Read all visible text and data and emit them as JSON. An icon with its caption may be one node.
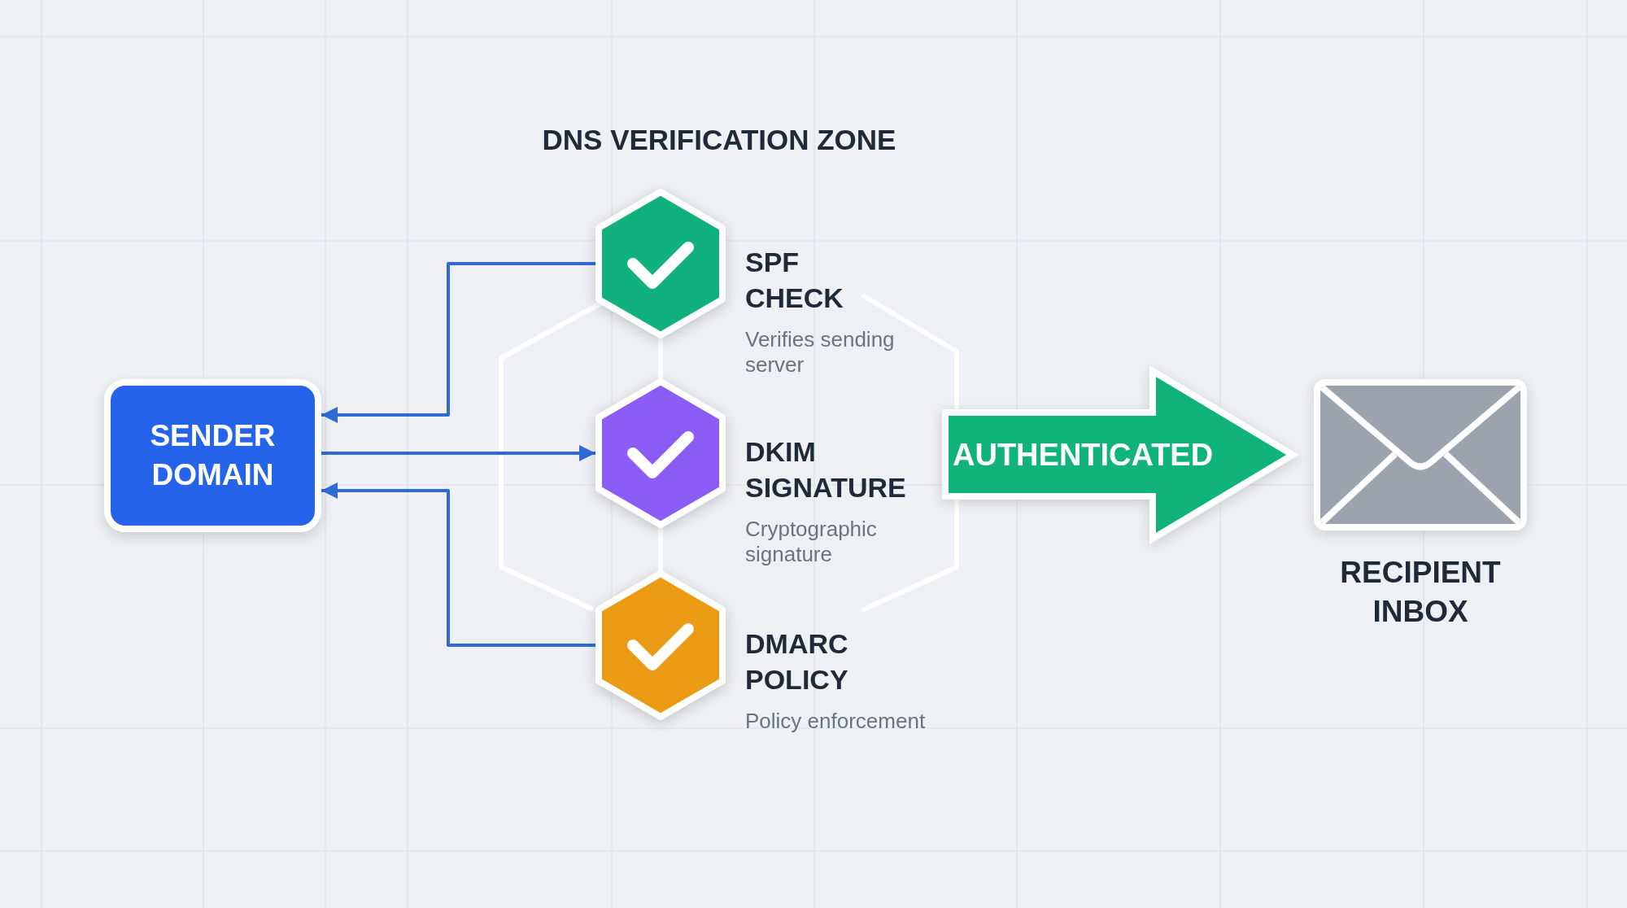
{
  "diagram": {
    "title": "DNS VERIFICATION ZONE",
    "nodes": [
      {
        "text": [
          "SENDER DOMAIN"
        ]
      },
      {
        "text": [
          "SPF CHECK",
          "Verifies sending server"
        ]
      },
      {
        "text": [
          "DKIM SIGNATURE",
          "Cryptographic signature"
        ]
      },
      {
        "text": [
          "DMARC POLICY",
          "Policy enforcement"
        ]
      },
      {
        "text": [
          "AUTHENTICATED"
        ]
      },
      {
        "text": [
          "RECIPIENT INBOX"
        ]
      }
    ],
    "edges": [
      {
        "from": 1,
        "to": 0,
        "arrow": "to"
      },
      {
        "from": 0,
        "to": 2,
        "arrow": "to"
      },
      {
        "from": 3,
        "to": 0,
        "arrow": "to"
      }
    ]
  }
}
